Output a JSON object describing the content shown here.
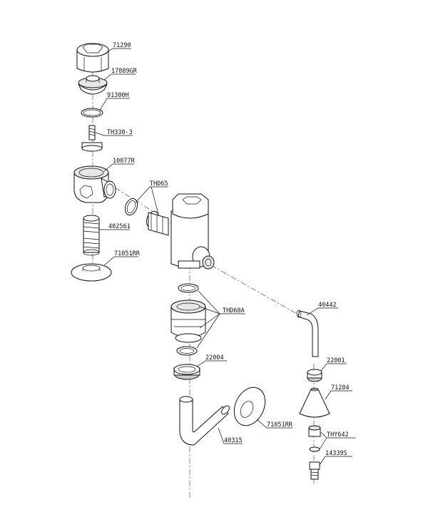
{
  "labels": {
    "l_71290": "71290",
    "l_17889GR": "17889GR",
    "l_91300H": "91300H",
    "l_TH330_3": "TH330-3",
    "l_10077R": "10077R",
    "l_THD65": "THD65",
    "l_402561": "402561",
    "l_71051RR_top": "71051RR",
    "l_THD68A": "THD68A",
    "l_40442": "40442",
    "l_22004": "22004",
    "l_22001": "22001",
    "l_71284": "71284",
    "l_71051RR_bottom": "71051RR",
    "l_40315": "40315",
    "l_THY642": "THY642",
    "l_14339S": "14339S"
  }
}
